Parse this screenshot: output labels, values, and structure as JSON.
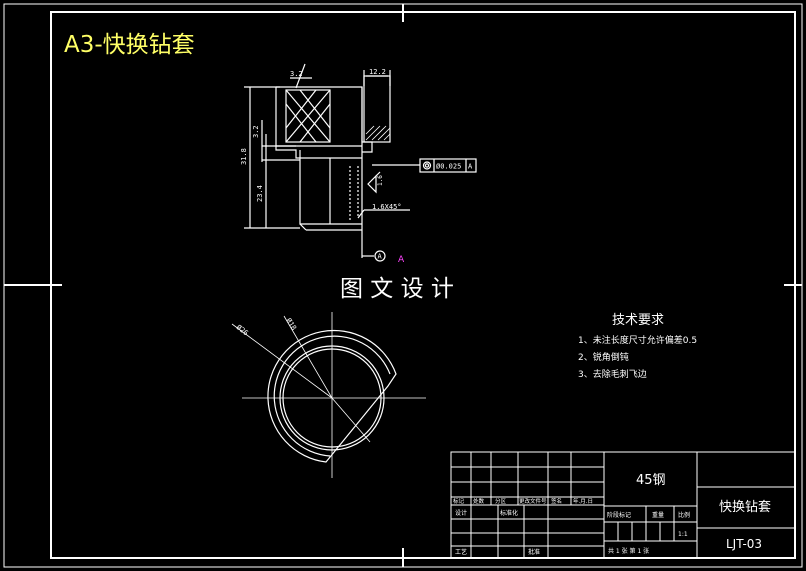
{
  "title": "A3-快换钻套",
  "watermark": "图 文 设 计",
  "dims": {
    "top_left": "3.2",
    "top_right": "12.2",
    "v_upper": "3.2",
    "v_total": "31.8",
    "v_lower": "23.4",
    "tol_value": "Ø0.025",
    "tol_ref": "A",
    "chamfer": "1.6X45°",
    "rough": "1.6",
    "datum": "A",
    "section_mark": "A",
    "dia_outer": "Ø26",
    "dia_inner": "Ø18"
  },
  "tech": {
    "heading": "技术要求",
    "items": [
      "1、未注长度尺寸允许偏差0.5",
      "2、锐角倒钝",
      "3、去除毛刺飞边"
    ]
  },
  "title_block": {
    "material": "45钢",
    "part_name": "快换钻套",
    "drawing_no": "LJT-03",
    "row_labels": [
      "标记",
      "处数",
      "分区",
      "更改文件号",
      "签名",
      "年.月.日"
    ],
    "design": "设计",
    "standard": "标准化",
    "craft": "工艺",
    "approve": "批准",
    "stage_labels": [
      "阶段标记",
      "重量",
      "比例"
    ],
    "scale": "1:1",
    "sheet": "共 1 张  第 1 张"
  }
}
